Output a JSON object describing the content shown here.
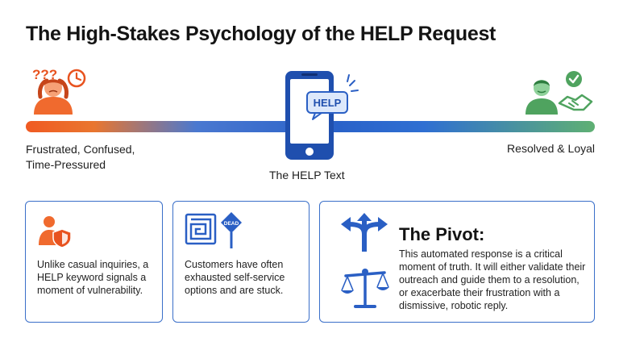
{
  "title": "The High-Stakes Psychology of the HELP Request",
  "timeline": {
    "left_label_line1": "Frustrated, Confused,",
    "left_label_line2": "Time-Pressured",
    "center_label": "The HELP Text",
    "right_label": "Resolved & Loyal",
    "phone_bubble": "HELP",
    "dead_sign": "DEAD",
    "confused_marks": "???"
  },
  "cards": [
    {
      "text_line1": "Unlike casual inquiries, a",
      "text_line2": "HELP keyword signals a",
      "text_line3": "moment of vulnerability."
    },
    {
      "text_line1": "Customers have often",
      "text_line2": "exhausted self-service",
      "text_line3": "options and are stuck."
    }
  ],
  "pivot": {
    "title": "The Pivot:",
    "line1": "This automated response is a critical",
    "line2": "moment of truth. It will either validate their",
    "line3": "outreach and guide them to a resolution,",
    "line4": "or exacerbate their frustration with a",
    "line5": "dismissive, robotic reply."
  },
  "colors": {
    "orange": "#e8531f",
    "blue": "#2a5fc4",
    "green": "#4fa35f",
    "card_border": "#3a6fc9"
  }
}
